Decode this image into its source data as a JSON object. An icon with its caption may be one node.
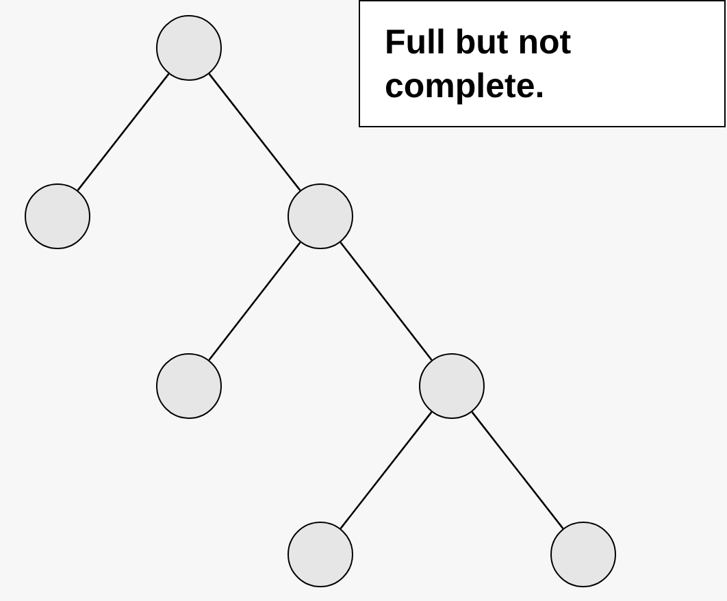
{
  "diagram": {
    "nodes": [
      {
        "text": [],
        "shape": "circle"
      },
      {
        "text": [
          "Full but not complete."
        ]
      },
      {
        "text": [],
        "shape": "circle"
      },
      {
        "text": [],
        "shape": "circle"
      },
      {
        "text": [],
        "shape": "circle"
      },
      {
        "text": [],
        "shape": "circle"
      },
      {
        "text": [],
        "shape": "circle"
      },
      {
        "text": [],
        "shape": "circle"
      }
    ],
    "edges": [
      {
        "from": 0,
        "to": 2,
        "arrow": "none"
      },
      {
        "from": 0,
        "to": 3,
        "arrow": "none"
      },
      {
        "from": 3,
        "to": 4,
        "arrow": "none"
      },
      {
        "from": 3,
        "to": 5,
        "arrow": "none"
      },
      {
        "from": 5,
        "to": 6,
        "arrow": "none"
      },
      {
        "from": 5,
        "to": 7,
        "arrow": "none"
      }
    ]
  }
}
